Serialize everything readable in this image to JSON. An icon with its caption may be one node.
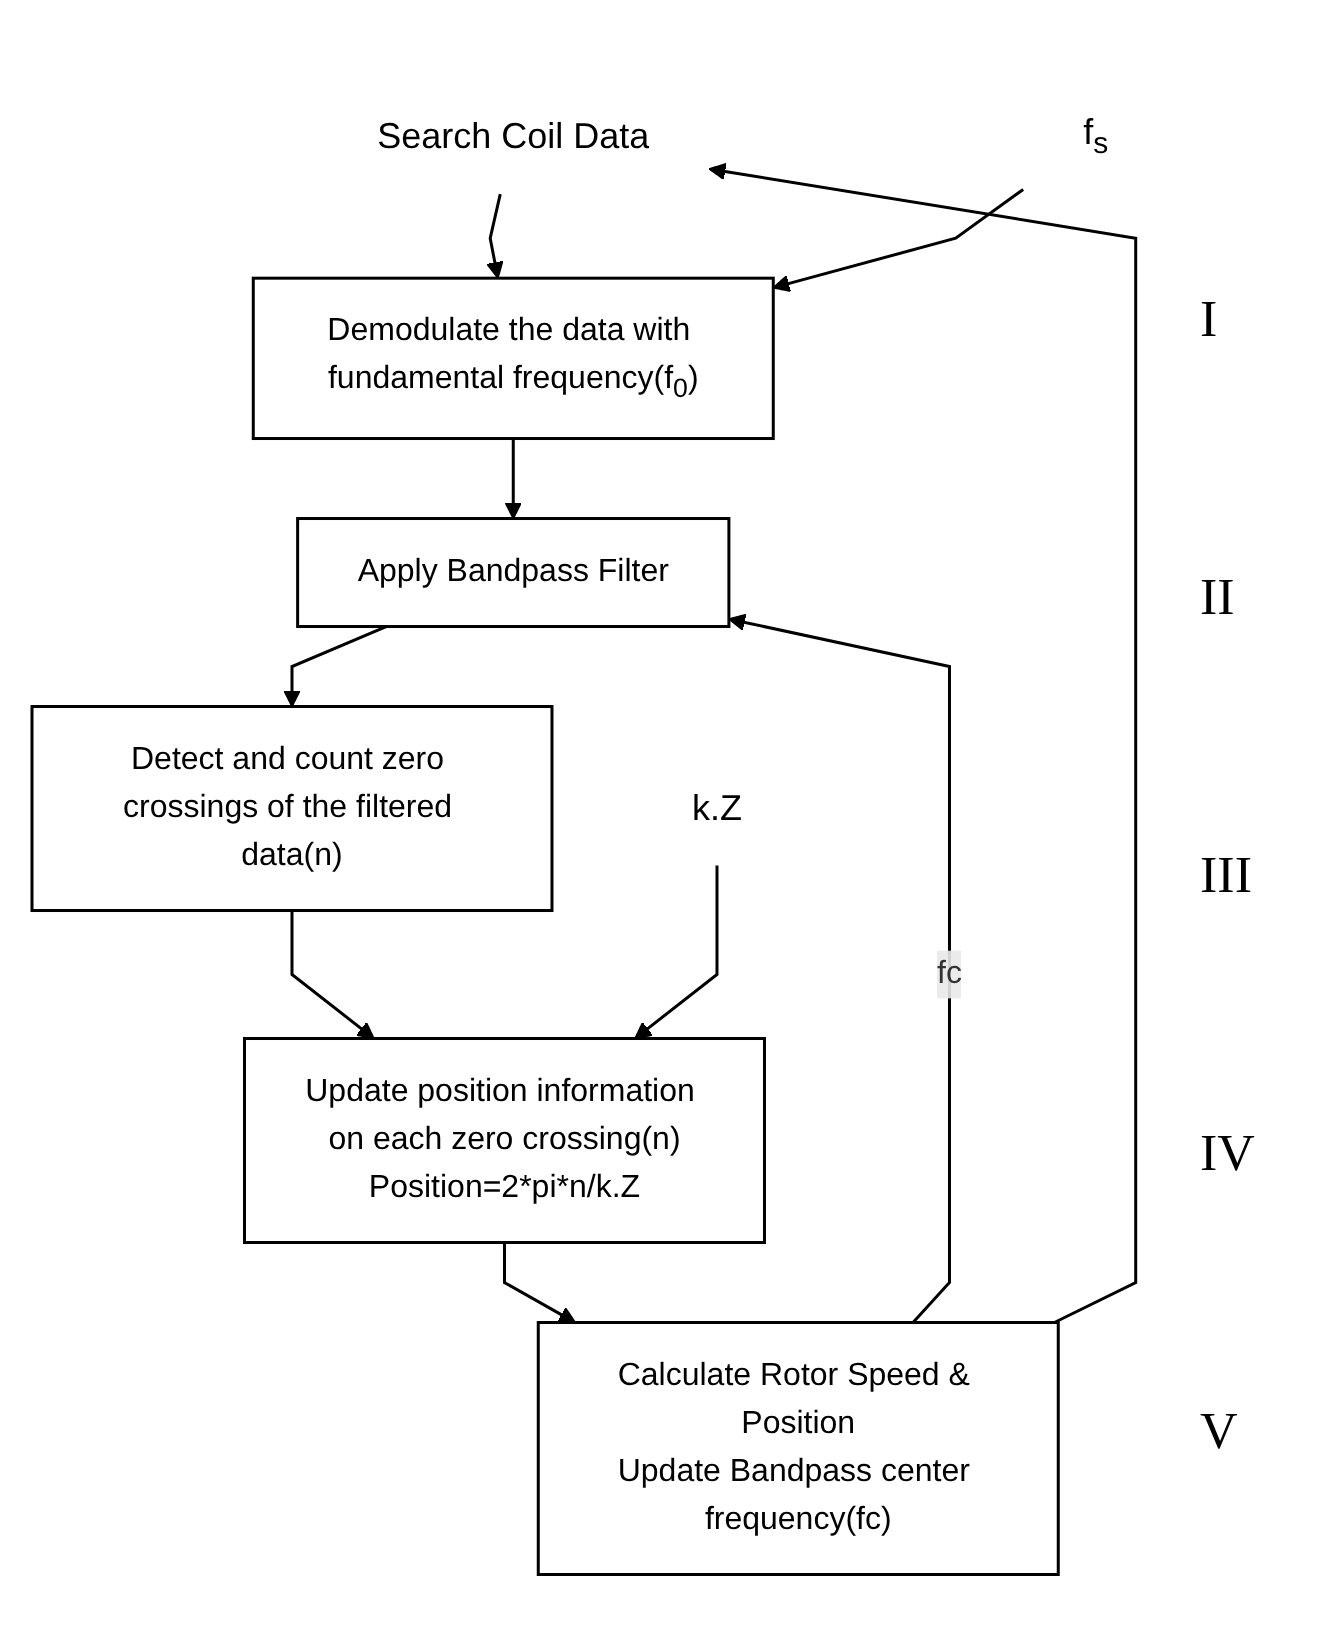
{
  "diagram": {
    "nodes": [
      {
        "text": [
          "Search Coil Data"
        ]
      },
      {
        "text": [
          "Demodulate the data with fundamental frequency(f$_{0}$)"
        ]
      },
      {
        "text": [
          "Apply Bandpass Filter"
        ]
      },
      {
        "text": [
          "Detect and count zero crossings of the filtered data(n)"
        ]
      },
      {
        "text": [
          "Update position information on each zero crossing(n)",
          "Position=2*pi*n/k.Z"
        ]
      },
      {
        "text": [
          "Calculate Rotor Speed & Position",
          "Update Bandpass center frequency(fc)"
        ]
      },
      {
        "text": [
          "f$_{s}$"
        ]
      },
      {
        "text": [
          "k.Z"
        ]
      }
    ],
    "edges": [
      {
        "from": 0,
        "to": 1,
        "arrow": "to"
      },
      {
        "from": 1,
        "to": 2,
        "arrow": "to"
      },
      {
        "from": 2,
        "to": 3,
        "arrow": "to"
      },
      {
        "from": 3,
        "to": 4,
        "arrow": "to"
      },
      {
        "from": 4,
        "to": 5,
        "arrow": "to"
      },
      {
        "from": 6,
        "to": 1,
        "arrow": "to"
      },
      {
        "from": 7,
        "to": 4,
        "arrow": "to"
      },
      {
        "from": 5,
        "to": 2,
        "label": "fc",
        "arrow": "to"
      },
      {
        "from": 5,
        "to": 0,
        "arrow": "to"
      }
    ],
    "labels": [
      "I",
      "II",
      "III",
      "IV",
      "V"
    ]
  }
}
